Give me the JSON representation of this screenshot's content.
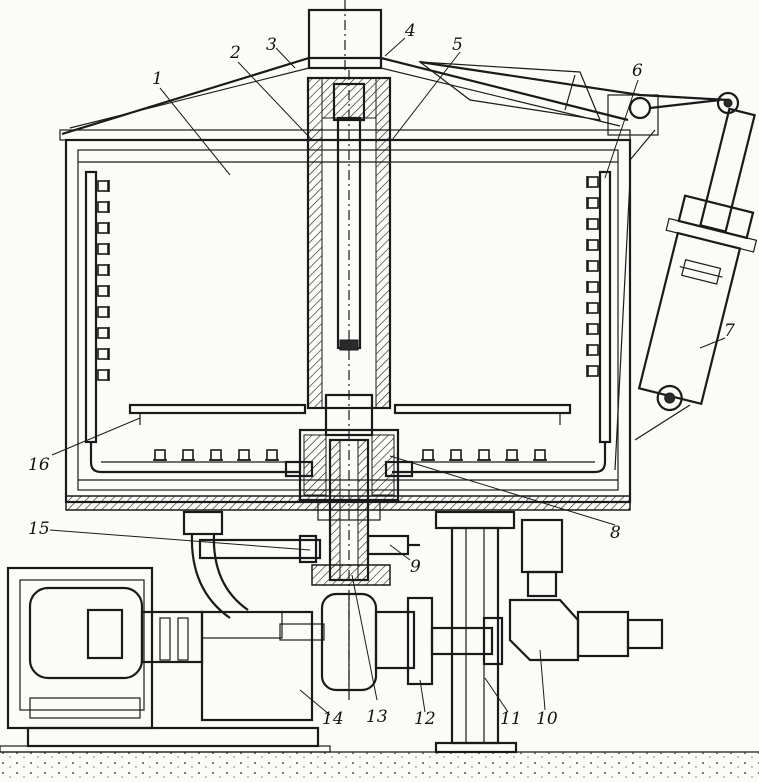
{
  "labels": [
    {
      "id": "1",
      "text": "1"
    },
    {
      "id": "2",
      "text": "2"
    },
    {
      "id": "3",
      "text": "3"
    },
    {
      "id": "4",
      "text": "4"
    },
    {
      "id": "5",
      "text": "5"
    },
    {
      "id": "6",
      "text": "6"
    },
    {
      "id": "7",
      "text": "7"
    },
    {
      "id": "8",
      "text": "8"
    },
    {
      "id": "9",
      "text": "9"
    },
    {
      "id": "10",
      "text": "10"
    },
    {
      "id": "11",
      "text": "11"
    },
    {
      "id": "12",
      "text": "12"
    },
    {
      "id": "13",
      "text": "13"
    },
    {
      "id": "14",
      "text": "14"
    },
    {
      "id": "15",
      "text": "15"
    },
    {
      "id": "16",
      "text": "16"
    }
  ]
}
